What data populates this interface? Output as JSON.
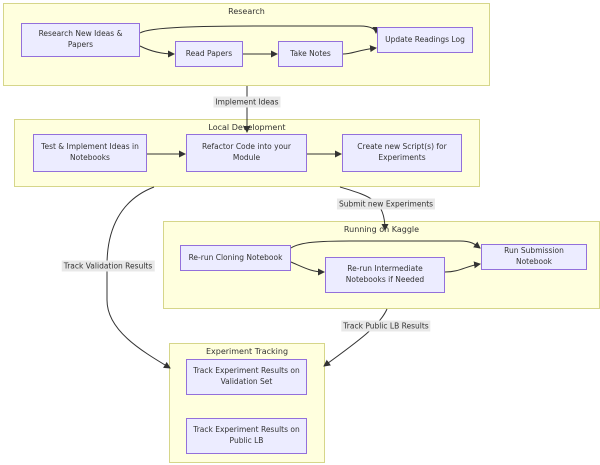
{
  "clusters": {
    "research": "Research",
    "local_dev": "Local Development",
    "kaggle": "Running on Kaggle",
    "tracking": "Experiment Tracking"
  },
  "nodes": {
    "research_ideas": "Research New Ideas & Papers",
    "read_papers": "Read Papers",
    "take_notes": "Take Notes",
    "update_log": "Update Readings Log",
    "test_implement": "Test & Implement Ideas in Notebooks",
    "refactor": "Refactor Code into your Module",
    "create_scripts": "Create new Script(s) for Experiments",
    "rerun_cloning": "Re-run Cloning Notebook",
    "rerun_intermediate": "Re-run Intermediate Notebooks if Needed",
    "run_submission": "Run Submission Notebook",
    "track_validation_node": "Track Experiment Results on Validation Set",
    "track_public_node": "Track Experiment Results on Public LB"
  },
  "edge_labels": {
    "implement_ideas": "Implement Ideas",
    "submit_experiments": "Submit new Experiments",
    "track_validation": "Track Validation Results",
    "track_public": "Track Public LB Results"
  },
  "colors": {
    "cluster_fill": "#ffffde",
    "cluster_border": "#d6d68a",
    "node_fill": "#ececff",
    "node_border": "#9370db",
    "edge": "#333333",
    "label_bg": "#e8e8e8"
  }
}
